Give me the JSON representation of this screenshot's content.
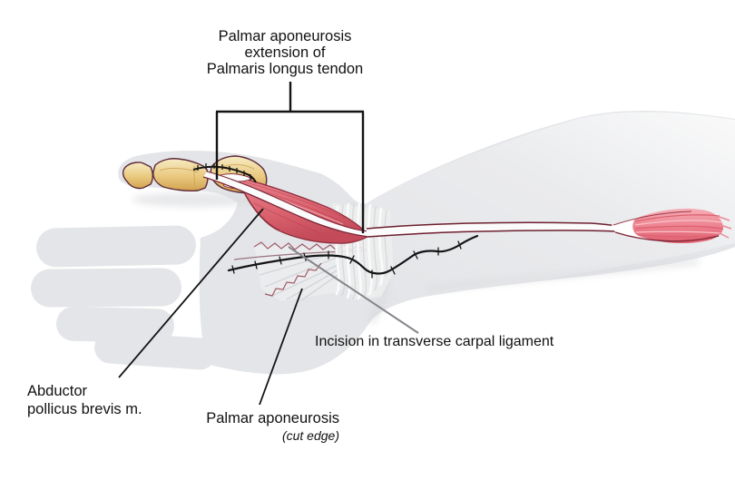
{
  "labels": {
    "palmar_extension": {
      "line1": "Palmar aponeurosis",
      "line2": "extension of",
      "line3": "Palmaris longus tendon"
    },
    "incision": "Incision in transverse carpal ligament",
    "abductor": {
      "line1": "Abductor",
      "line2": "pollicus brevis m."
    },
    "cut_edge": {
      "line1": "Palmar aponeurosis",
      "line2": "(cut edge)"
    }
  },
  "colors": {
    "background": "#ffffff",
    "hand_silhouette": "#e4e5e8",
    "bone": "#e9c97f",
    "muscle_red": "#d9616e",
    "tendon_outline": "#6d1f2f",
    "annotation_black": "#141414",
    "leader_gray": "#85868b",
    "text": "#111111"
  }
}
